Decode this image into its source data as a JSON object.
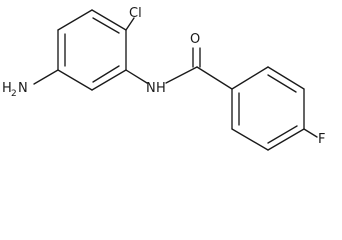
{
  "molecule": {
    "atoms": {
      "chlorine": "Cl",
      "oxygen": "O",
      "nitrogen_amide": "N",
      "hydrogen_amide": "H",
      "amine_prefix": "H",
      "amine_subscript": "2",
      "amine_nitrogen": "N",
      "fluorine": "F"
    }
  }
}
